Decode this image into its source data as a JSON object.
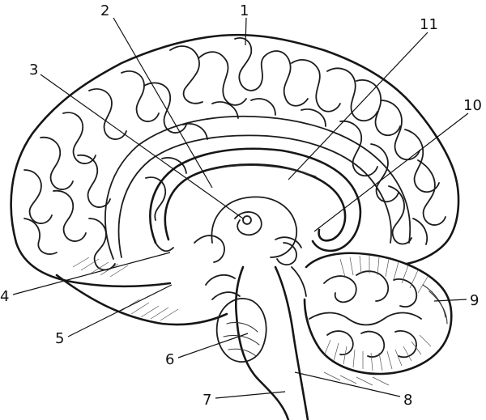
{
  "labels": [
    {
      "id": "1",
      "text": "1"
    },
    {
      "id": "2",
      "text": "2"
    },
    {
      "id": "3",
      "text": "3"
    },
    {
      "id": "4",
      "text": "4"
    },
    {
      "id": "5",
      "text": "5"
    },
    {
      "id": "6",
      "text": "6"
    },
    {
      "id": "7",
      "text": "7"
    },
    {
      "id": "8",
      "text": "8"
    },
    {
      "id": "9",
      "text": "9"
    },
    {
      "id": "10",
      "text": "10"
    },
    {
      "id": "11",
      "text": "11"
    }
  ],
  "colors": {
    "ink": "#111111",
    "background": "#ffffff"
  }
}
